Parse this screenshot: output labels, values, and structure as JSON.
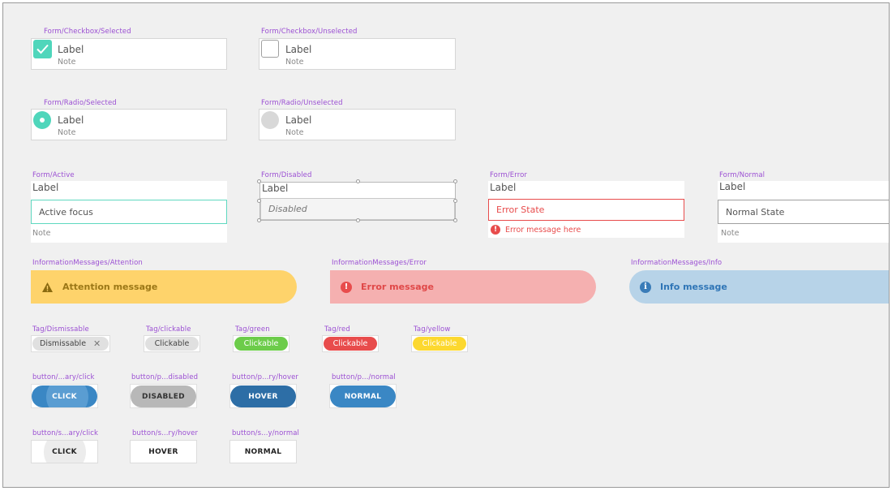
{
  "checkbox_selected": {
    "title": "Form/Checkbox/Selected",
    "label": "Label",
    "note": "Note"
  },
  "checkbox_unselected": {
    "title": "Form/Checkbox/Unselected",
    "label": "Label",
    "note": "Note"
  },
  "radio_selected": {
    "title": "Form/Radio/Selected",
    "label": "Label",
    "note": "Note"
  },
  "radio_unselected": {
    "title": "Form/Radio/Unselected",
    "label": "Label",
    "note": "Note"
  },
  "form_active": {
    "title": "Form/Active",
    "label": "Label",
    "value": "Active focus",
    "note": "Note"
  },
  "form_disabled": {
    "title": "Form/Disabled",
    "label": "Label",
    "value": "Disabled"
  },
  "form_error": {
    "title": "Form/Error",
    "label": "Label",
    "value": "Error State",
    "error": "Error message here"
  },
  "form_normal": {
    "title": "Form/Normal",
    "label": "Label",
    "value": "Normal State",
    "note": "Note"
  },
  "msg_attention": {
    "title": "InformationMessages/Attention",
    "text": "Attention message",
    "icon": "warning-icon"
  },
  "msg_error": {
    "title": "InformationMessages/Error",
    "text": "Error message",
    "icon": "error-icon"
  },
  "msg_info": {
    "title": "InformationMessages/Info",
    "text": "Info message",
    "icon": "info-icon"
  },
  "tags": {
    "dismissable": {
      "title": "Tag/Dismissable",
      "text": "Dismissable"
    },
    "clickable": {
      "title": "Tag/clickable",
      "text": "Clickable"
    },
    "green": {
      "title": "Tag/green",
      "text": "Clickable"
    },
    "red": {
      "title": "Tag/red",
      "text": "Clickable"
    },
    "yellow": {
      "title": "Tag/yellow",
      "text": "Clickable"
    }
  },
  "primary_buttons": {
    "click": {
      "title": "button/...ary/click",
      "text": "CLICK"
    },
    "disabled": {
      "title": "button/p...disabled",
      "text": "DISABLED"
    },
    "hover": {
      "title": "button/p...ry/hover",
      "text": "HOVER"
    },
    "normal": {
      "title": "button/p.../normal",
      "text": "NORMAL"
    }
  },
  "secondary_buttons": {
    "click": {
      "title": "button/s...ary/click",
      "text": "CLICK"
    },
    "hover": {
      "title": "button/s...ry/hover",
      "text": "HOVER"
    },
    "normal": {
      "title": "button/s...y/normal",
      "text": "NORMAL"
    }
  },
  "colors": {
    "teal": "#4fd6bb",
    "purple_label": "#9b4fd3",
    "error_red": "#e84c4c",
    "attention_bg": "#fed36b",
    "error_bg": "#f5b0b0",
    "info_bg": "#b7d3e8",
    "primary_blue": "#3a87c4",
    "primary_dark": "#2d6ea6",
    "disabled_gray": "#b8b8b8",
    "tag_green": "#6ccc4a",
    "tag_red": "#e84c4c",
    "tag_yellow": "#fcd82f"
  }
}
